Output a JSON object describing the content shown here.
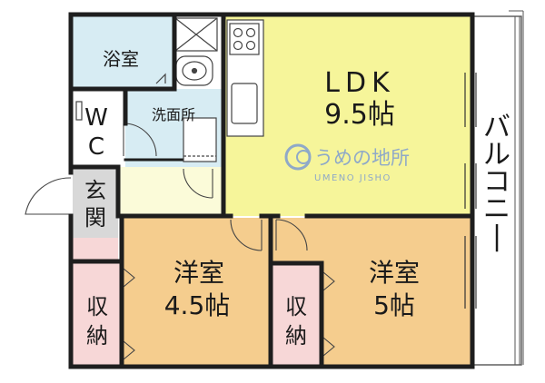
{
  "floor_plan": {
    "rooms": {
      "bath": "浴室",
      "washroom": "洗面所",
      "wc_w": "W",
      "wc_c": "C",
      "entrance_1": "玄",
      "entrance_2": "関",
      "ldk_name": "LDK",
      "ldk_size": "9.5帖",
      "western1_name": "洋室",
      "western1_size": "4.5帖",
      "western2_name": "洋室",
      "western2_size": "5帖",
      "storage1_a": "収",
      "storage1_b": "納",
      "storage2_a": "収",
      "storage2_b": "納",
      "balcony": "バルコニー"
    },
    "watermark": {
      "name": "うめの地所",
      "romaji": "UMENO JISHO"
    },
    "colors": {
      "wall": "#1e1e1e",
      "ldk_fill": "#f6f59a",
      "western_fill": "#f5cd8e",
      "wet_area_fill": "#d7ecf3",
      "storage_fill": "#f7d7d7",
      "floor_white": "#ffffff",
      "entrance_fill": "#d8d8d8",
      "corridor_fill": "#fbfbd9"
    }
  }
}
